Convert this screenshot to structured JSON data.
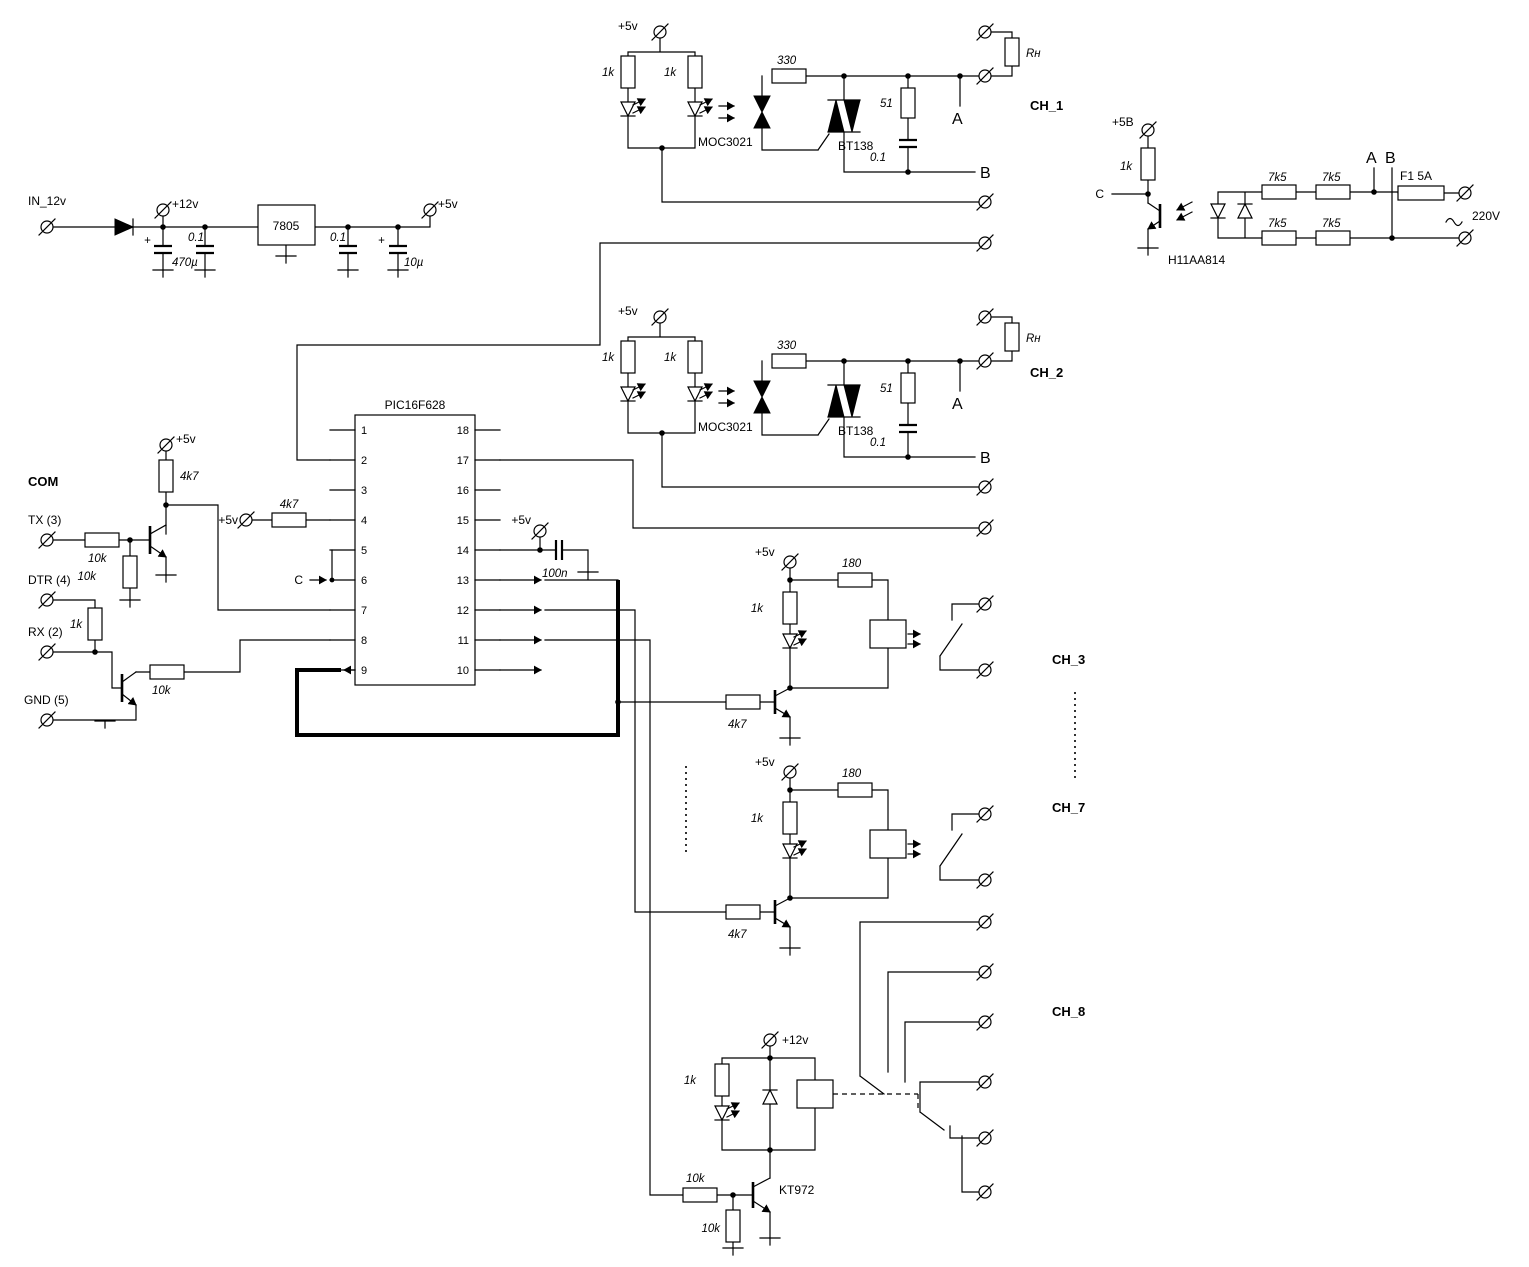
{
  "power_supply": {
    "input_label": "IN_12v",
    "v12_label": "+12v",
    "cap1_plus": "+",
    "cap1": "470µ",
    "cap2": "0.1",
    "regulator": "7805",
    "cap3": "0.1",
    "cap4_plus": "+",
    "cap4": "10µ",
    "v5_label": "+5v"
  },
  "com_port": {
    "title": "COM",
    "tx": "TX (3)",
    "dtr": "DTR (4)",
    "rx": "RX (2)",
    "gnd": "GND (5)",
    "r_tx": "10k",
    "r_pulldown": "10k",
    "r_dtr": "1k",
    "r_collector": "10k",
    "r_pullup": "4k7",
    "v5": "+5v"
  },
  "mcu": {
    "part": "PIC16F628",
    "pins_left": [
      "1",
      "2",
      "3",
      "4",
      "5",
      "6",
      "7",
      "8",
      "9"
    ],
    "pins_right": [
      "18",
      "17",
      "16",
      "15",
      "14",
      "13",
      "12",
      "11",
      "10"
    ],
    "r_mclr": "4k7",
    "v5_mclr": "+5v",
    "clock": "C",
    "v5_dec": "+5v",
    "c_dec": "100n"
  },
  "ch1": {
    "name": "CH_1",
    "v5": "+5v",
    "r1": "1k",
    "r2": "1k",
    "opto": "MOC3021",
    "r_gate": "330",
    "triac": "BT138",
    "r_snub": "51",
    "c_snub": "0.1",
    "load": "Rн",
    "net_a": "A",
    "net_b": "B"
  },
  "ch2": {
    "name": "CH_2",
    "v5": "+5v",
    "r1": "1k",
    "r2": "1k",
    "opto": "MOC3021",
    "r_gate": "330",
    "triac": "BT138",
    "r_snub": "51",
    "c_snub": "0.1",
    "load": "Rн",
    "net_a": "A",
    "net_b": "B"
  },
  "zero_cross": {
    "v5b": "+5B",
    "r_col": "1k",
    "signal": "C",
    "opto": "H11AA814",
    "r": [
      "7k5",
      "7k5",
      "7k5",
      "7k5"
    ],
    "net_a": "A",
    "net_b": "B",
    "fuse": "F1 5A",
    "mains": "220V"
  },
  "ch3": {
    "name": "CH_3",
    "v5": "+5v",
    "r_relay": "180",
    "r_led": "1k",
    "r_base": "4k7"
  },
  "ch7": {
    "name": "CH_7",
    "v5": "+5v",
    "r_relay": "180",
    "r_led": "1k",
    "r_base": "4k7"
  },
  "ch8": {
    "name": "CH_8",
    "v12": "+12v",
    "r_led": "1k",
    "r_base": "10k",
    "r_pulldown": "10k",
    "transistor": "KT972"
  }
}
